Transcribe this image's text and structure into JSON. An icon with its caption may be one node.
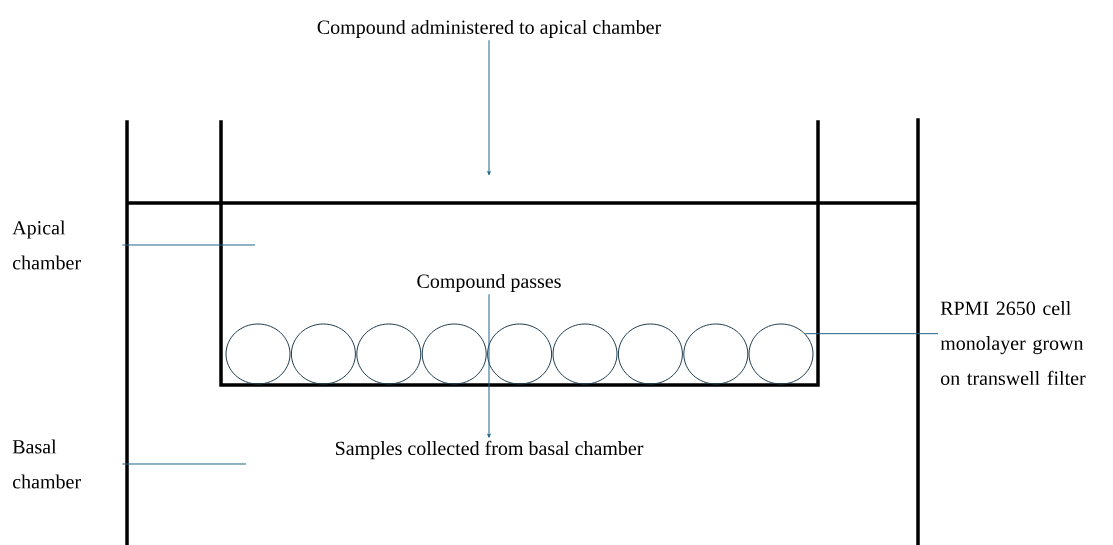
{
  "diagram": {
    "nodes": [
      {
        "text": [
          "Compound administered to apical chamber"
        ]
      },
      {
        "text": [
          "Apical chamber"
        ]
      },
      {
        "text": [
          "Compound passes"
        ]
      },
      {
        "text": [
          "Samples collected from basal chamber"
        ]
      },
      {
        "text": [
          "Basal chamber"
        ]
      },
      {
        "text": [
          "RPMI 2650 cell monolayer grown on transwell filter"
        ]
      },
      {
        "text": [],
        "shape": "circle"
      }
    ],
    "edges": [
      {
        "from": 0,
        "to": null,
        "arrow": "to"
      },
      {
        "from": 1,
        "to": null,
        "arrow": "none"
      },
      {
        "from": 2,
        "to": 3,
        "arrow": "to"
      },
      {
        "from": 4,
        "to": null,
        "arrow": "none"
      },
      {
        "from": 5,
        "to": 6,
        "arrow": "none"
      }
    ]
  }
}
